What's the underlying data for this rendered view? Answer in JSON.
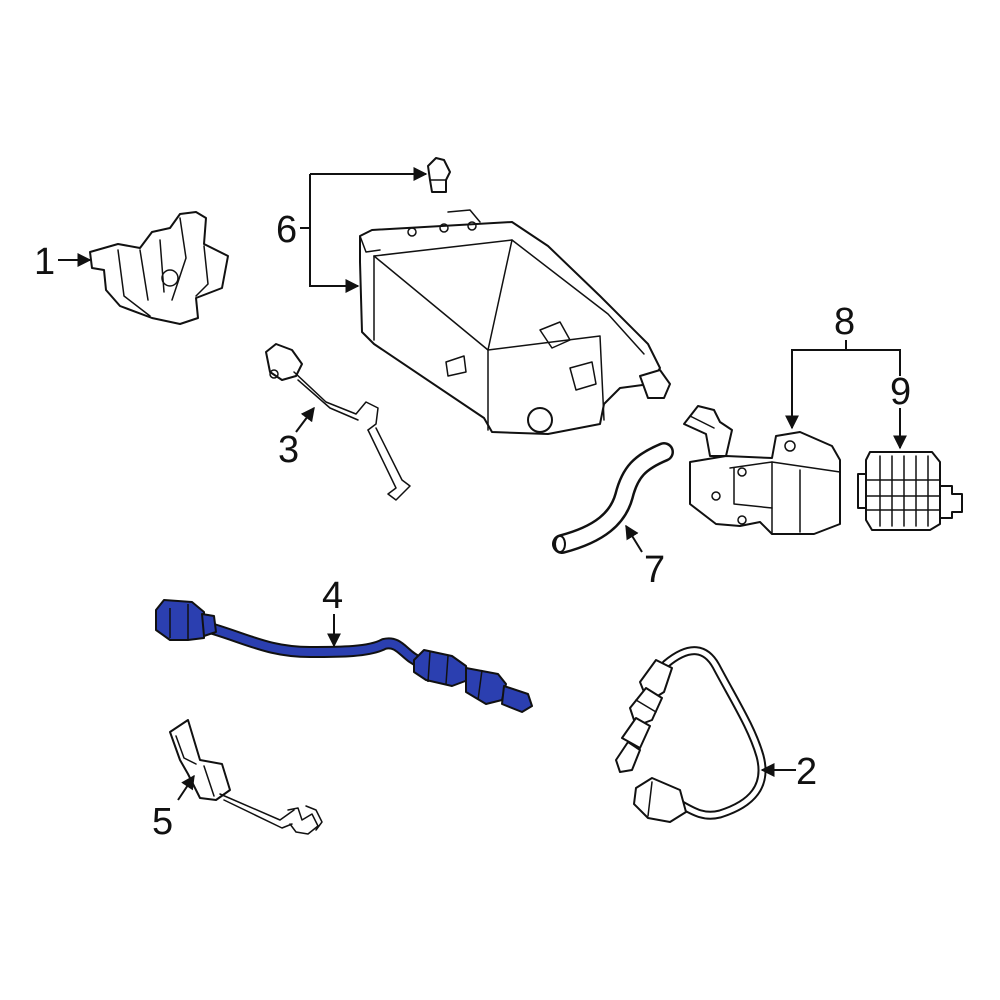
{
  "callouts": {
    "c1": "1",
    "c2": "2",
    "c3": "3",
    "c4": "4",
    "c5": "5",
    "c6": "6",
    "c7": "7",
    "c8": "8",
    "c9": "9"
  },
  "colors": {
    "line": "#111111",
    "highlight": "#2b3fb0",
    "background": "#ffffff"
  },
  "highlighted_part": "4"
}
